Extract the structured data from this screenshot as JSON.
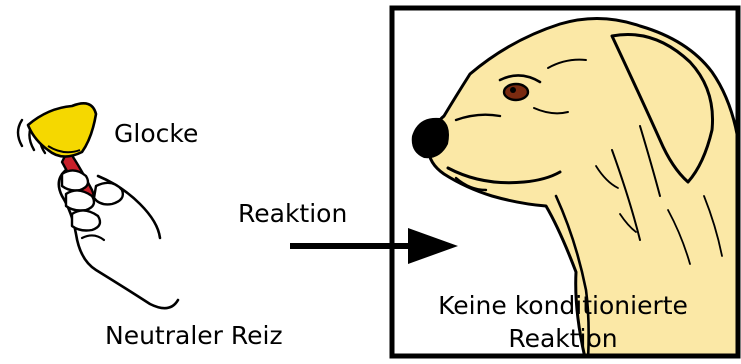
{
  "diagram": {
    "stimulus_object_label": "Glocke",
    "stimulus_type_label": "Neutraler Reiz",
    "arrow_label": "Reaktion",
    "response_label": "Keine konditionierte\nReaktion"
  },
  "colors": {
    "bell": "#f5d800",
    "bell_handle": "#c8202a",
    "dog_fur": "#fbe8a6",
    "outline": "#000000",
    "eye": "#7a2a10",
    "background": "#ffffff"
  },
  "icons": {
    "stimulus": "hand-ringing-bell-icon",
    "flow": "arrow-right-icon",
    "subject": "dog-head-icon"
  }
}
